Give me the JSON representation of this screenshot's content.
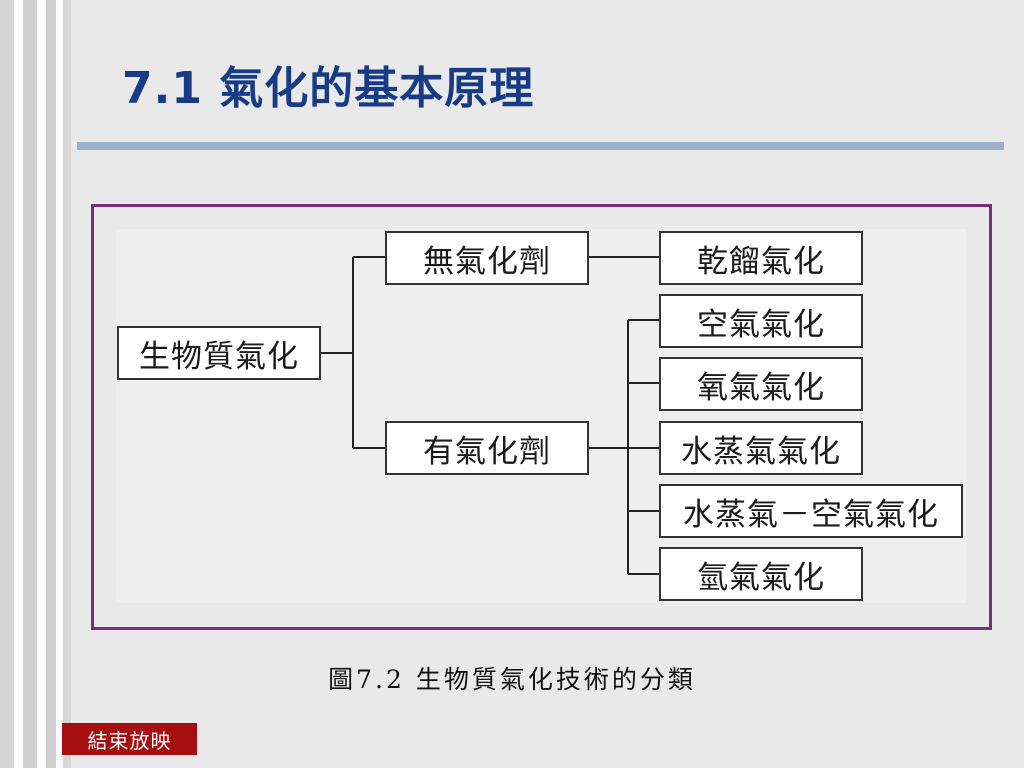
{
  "slide": {
    "title": "7.1 氣化的基本原理"
  },
  "diagram": {
    "root": "生物質氣化",
    "branches": [
      {
        "label": "無氣化劑",
        "children": [
          "乾餾氣化"
        ]
      },
      {
        "label": "有氣化劑",
        "children": [
          "空氣氣化",
          "氧氣氣化",
          "水蒸氣氣化",
          "水蒸氣－空氣氣化",
          "氫氣氣化"
        ]
      }
    ],
    "caption": "圖7.2  生物質氣化技術的分類"
  },
  "nav": {
    "end_show_label": "結束放映"
  },
  "colors": {
    "title": "#173b86",
    "rule": "#9cb1cc",
    "frame": "#7b2c7f",
    "end_button": "#a60f0f"
  }
}
